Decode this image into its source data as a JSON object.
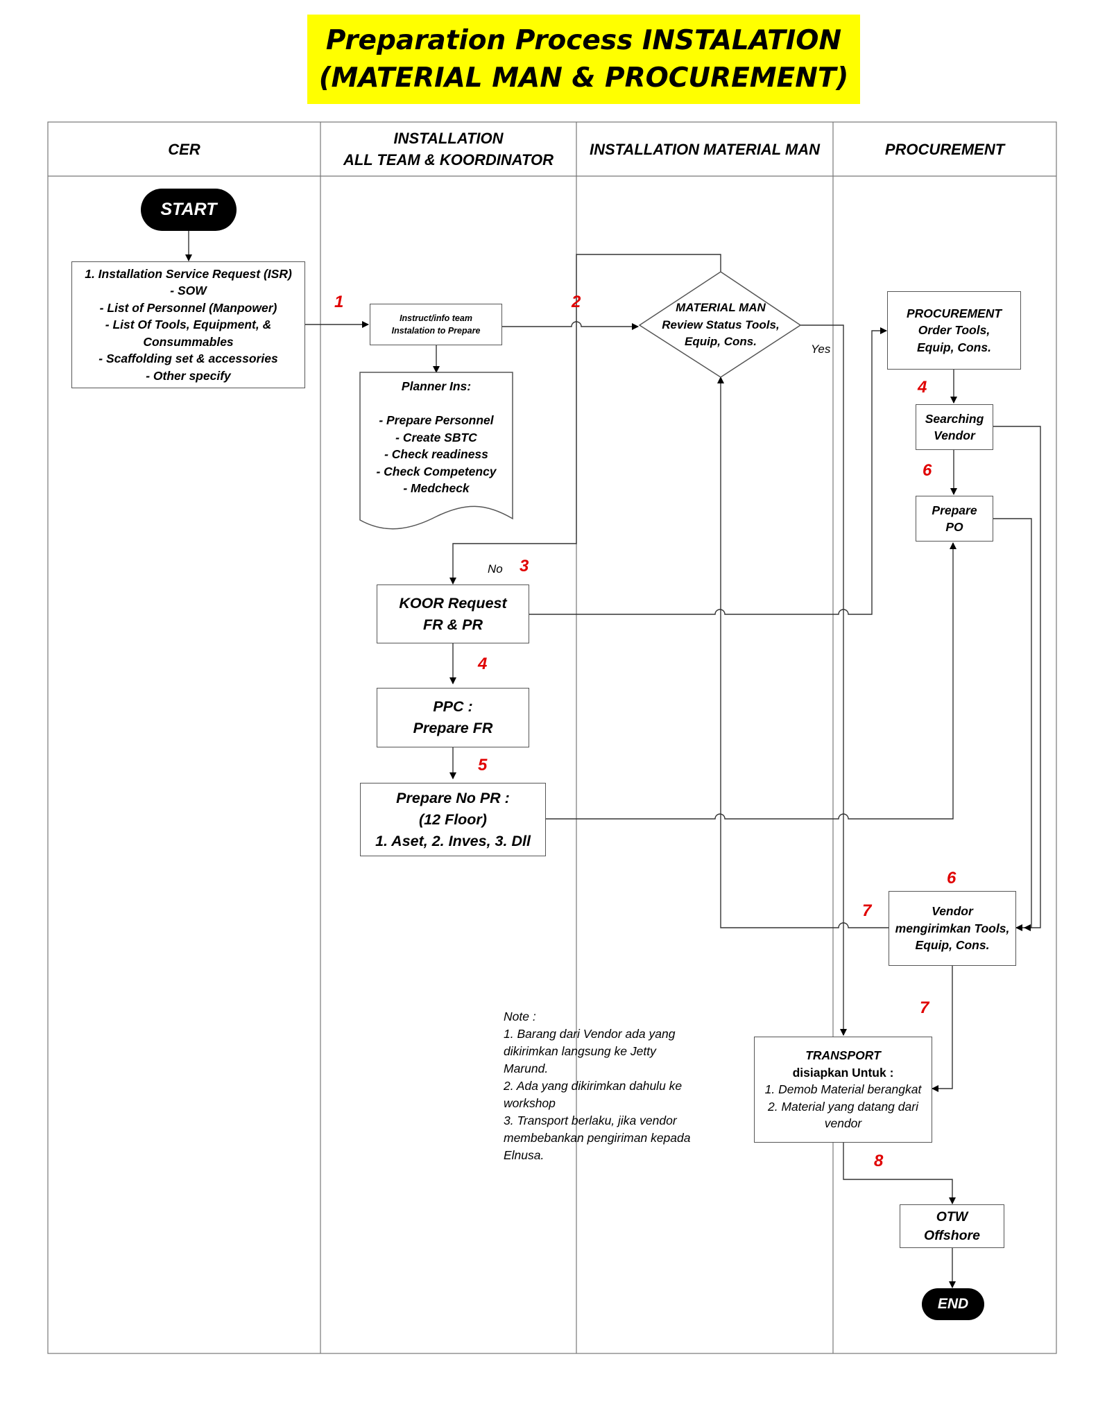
{
  "title": {
    "line1": "Preparation Process INSTALATION",
    "line2": "(MATERIAL MAN & PROCUREMENT)"
  },
  "lanes": [
    {
      "lines": [
        "CER"
      ]
    },
    {
      "lines": [
        "INSTALLATION",
        "ALL TEAM & KOORDINATOR"
      ]
    },
    {
      "lines": [
        "INSTALLATION MATERIAL MAN"
      ]
    },
    {
      "lines": [
        "PROCUREMENT"
      ]
    }
  ],
  "terminals": {
    "start": "START",
    "end": "END"
  },
  "nodes": {
    "isr": [
      "1. Installation  Service Request (ISR)",
      "- SOW",
      "- List of Personnel (Manpower)",
      "- List Of Tools, Equipment, &",
      "Consummables",
      "- Scaffolding set & accessories",
      "- Other specify"
    ],
    "instruct": [
      "Instruct/info team",
      "Instalation to Prepare"
    ],
    "planner": [
      "Planner Ins:",
      "",
      "- Prepare Personnel",
      "- Create SBTC",
      "- Check readiness",
      "- Check Competency",
      "- Medcheck"
    ],
    "review": [
      "MATERIAL MAN",
      "Review Status Tools,",
      "Equip, Cons."
    ],
    "koor": [
      "KOOR Request",
      "FR & PR"
    ],
    "ppc": [
      "PPC :",
      "Prepare FR"
    ],
    "prno": [
      "Prepare No PR :",
      "(12 Floor)",
      "1. Aset, 2. Inves, 3. Dll"
    ],
    "proc_order": [
      "PROCUREMENT",
      "Order Tools,",
      "Equip, Cons."
    ],
    "search": [
      "Searching",
      "Vendor"
    ],
    "po": [
      "Prepare",
      "PO"
    ],
    "vendor": [
      "Vendor",
      "mengirimkan Tools,",
      "Equip, Cons."
    ],
    "transport": [
      "TRANSPORT",
      "disiapkan Untuk :",
      "1. Demob Material berangkat",
      "2. Material yang datang dari",
      "vendor"
    ],
    "otw": [
      "OTW",
      "Offshore"
    ]
  },
  "step_numbers": {
    "n1": "1",
    "n2": "2",
    "n3": "3",
    "n4a": "4",
    "n4b": "4",
    "n5": "5",
    "n6a": "6",
    "n6b": "6",
    "n7a": "7",
    "n7b": "7",
    "n8": "8"
  },
  "labels": {
    "yes": "Yes",
    "no": "No"
  },
  "note": [
    "Note :",
    "1. Barang dari Vendor ada yang",
    "dikirimkan langsung ke Jetty",
    "Marund.",
    "2. Ada yang dikirimkan dahulu ke",
    "workshop",
    "3. Transport berlaku, jika vendor",
    "membebankan pengiriman kepada",
    "Elnusa."
  ]
}
